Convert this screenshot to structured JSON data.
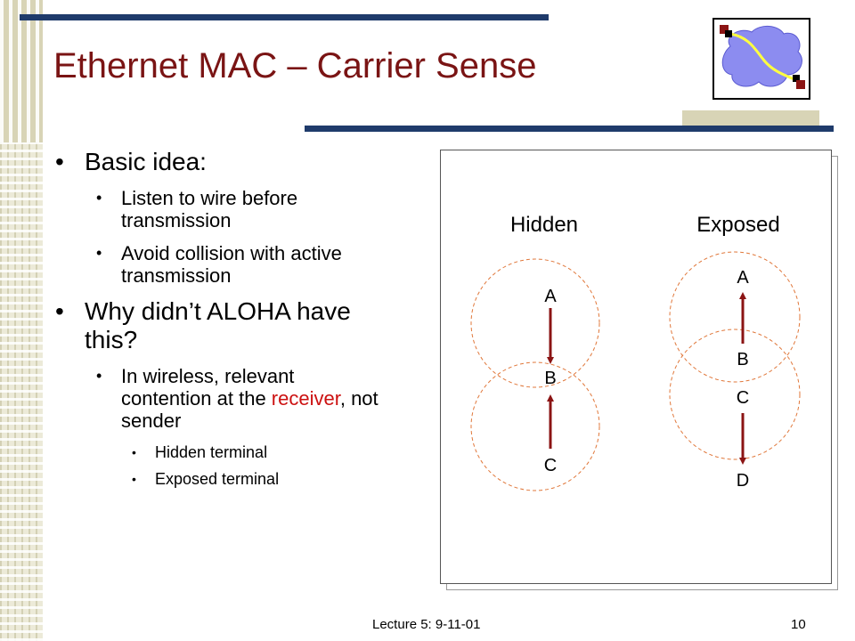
{
  "slide": {
    "title": "Ethernet MAC – Carrier Sense",
    "footer": "Lecture 5: 9-11-01",
    "page_number": "10",
    "logo_icon": "network-cloud-icon"
  },
  "bullets": [
    {
      "level": 1,
      "text": "Basic idea:"
    },
    {
      "level": 2,
      "text": "Listen to wire before transmission"
    },
    {
      "level": 2,
      "text": "Avoid collision with active transmission"
    },
    {
      "level": 1,
      "text": "Why didn’t ALOHA have this?"
    },
    {
      "level": 2,
      "text_before": "In wireless, relevant contention at the ",
      "highlight": "receiver",
      "text_after": ", not sender"
    },
    {
      "level": 3,
      "text": "Hidden terminal"
    },
    {
      "level": 3,
      "text": "Exposed terminal"
    }
  ],
  "diagram": {
    "hidden": {
      "heading": "Hidden",
      "nodes": [
        "A",
        "B",
        "C"
      ]
    },
    "exposed": {
      "heading": "Exposed",
      "nodes": [
        "A",
        "B",
        "C",
        "D"
      ]
    },
    "colors": {
      "arrow": "#8b1414",
      "range_circle": "#e0773a"
    }
  },
  "colors": {
    "title": "#7a1414",
    "rule": "#1f3b6b",
    "highlight": "#cc1111"
  }
}
